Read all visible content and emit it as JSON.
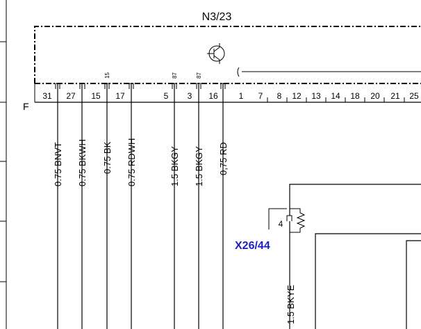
{
  "component": "N3/23",
  "edge_label": "F",
  "connector": "X26/44",
  "connector_pin": "4",
  "top_pins": [
    "31",
    "27",
    "15",
    "17",
    "5",
    "3",
    "16",
    "1",
    "7",
    "8",
    "12",
    "13",
    "14",
    "18",
    "20",
    "21",
    "25"
  ],
  "superscripts": {
    "p15": "15",
    "p5": "87",
    "p3": "87"
  },
  "wires": {
    "w31": "0.75 BNVT",
    "w27": "0.75 BKWH",
    "w15": "0.75 BK",
    "w17": "0.75 RDWH",
    "w5": "1.5 BKGY",
    "w3": "1.5 BKGY",
    "w16": "0,75 RD",
    "wx": "1.5 BKYE"
  }
}
